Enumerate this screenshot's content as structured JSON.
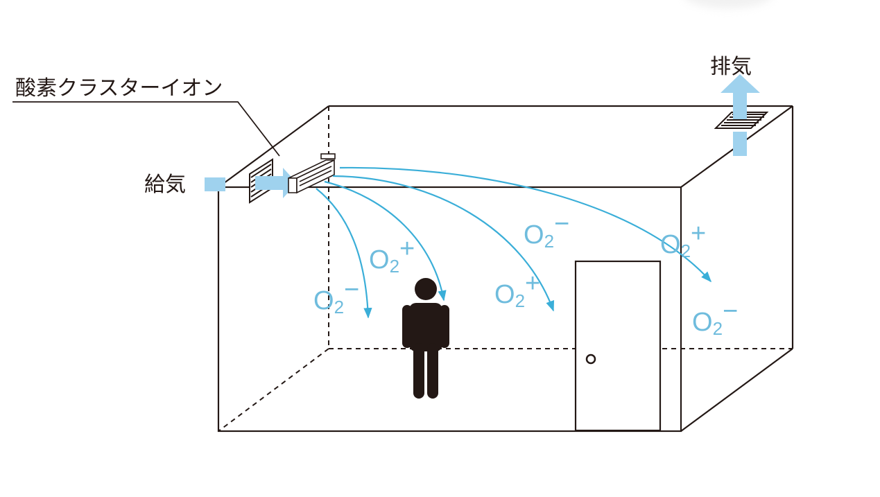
{
  "labels": {
    "ion_device": "酸素クラスターイオン",
    "supply_air": "給気",
    "exhaust_air": "排気"
  },
  "ions": [
    {
      "base": "O",
      "sub": "2",
      "charge": "−"
    },
    {
      "base": "O",
      "sub": "2",
      "charge": "+"
    },
    {
      "base": "O",
      "sub": "2",
      "charge": "+"
    },
    {
      "base": "O",
      "sub": "2",
      "charge": "−"
    },
    {
      "base": "O",
      "sub": "2",
      "charge": "+"
    },
    {
      "base": "O",
      "sub": "2",
      "charge": "−"
    }
  ],
  "colors": {
    "line": "#231815",
    "ion_text": "#6fbcdd",
    "flow_arrow": "#3aaed8",
    "air_arrow": "#9fd2ee"
  },
  "icons": [
    "person-icon",
    "door-icon",
    "ion-generator-icon",
    "supply-vent-icon",
    "exhaust-vent-icon"
  ]
}
